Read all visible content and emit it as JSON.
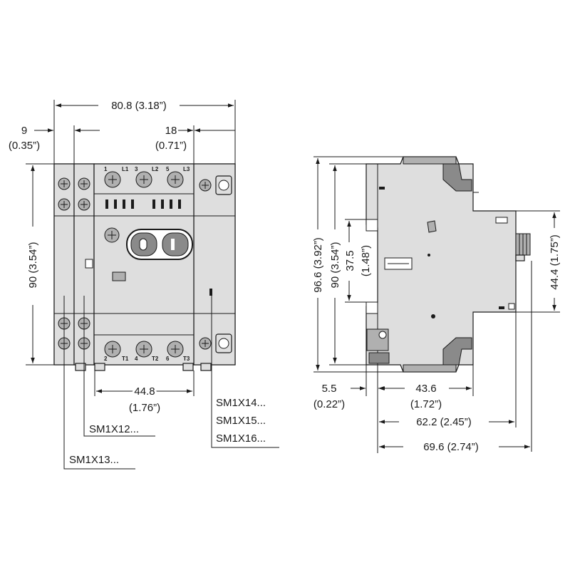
{
  "front_view": {
    "overall_width": "80.8 (3.18”)",
    "left_offset_value": "9",
    "left_offset_inch": "(0.35”)",
    "right_offset_value": "18",
    "right_offset_inch": "(0.71”)",
    "height": "90 (3.54”)",
    "mount_width_value": "44.8",
    "mount_width_inch": "(1.76”)",
    "top_terminals": [
      "1",
      "L1",
      "3",
      "L2",
      "5",
      "L3"
    ],
    "bottom_terminals": [
      "2",
      "T1",
      "4",
      "T2",
      "6",
      "T3"
    ]
  },
  "accessory_labels": {
    "right_group": [
      "SM1X14...",
      "SM1X15...",
      "SM1X16..."
    ],
    "sm1x12": "SM1X12...",
    "sm1x13": "SM1X13..."
  },
  "side_view": {
    "total_height": "96.6 (3.92”)",
    "body_height": "90 (3.54”)",
    "rail_value": "37.5",
    "rail_inch": "(1.48”)",
    "right_height": "44.4 (1.75”)",
    "offset_value": "5.5",
    "offset_inch": "(0.22”)",
    "depth_a_value": "43.6",
    "depth_a_inch": "(1.72”)",
    "depth_b": "62.2 (2.45”)",
    "depth_c": "69.6 (2.74”)"
  }
}
